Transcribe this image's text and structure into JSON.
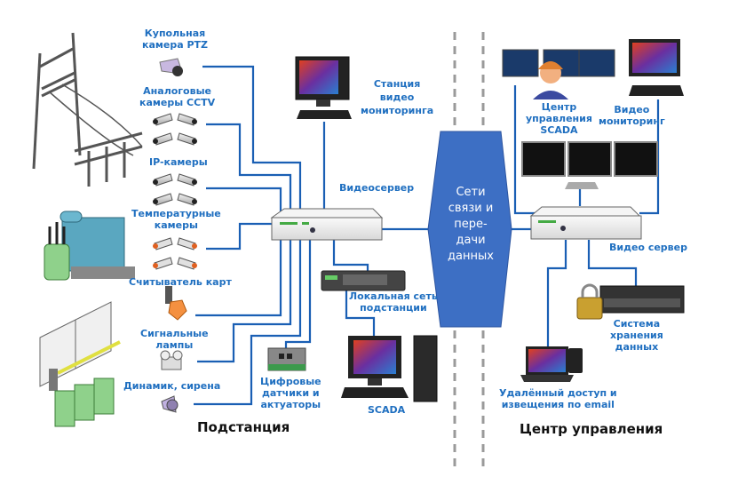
{
  "diagram": {
    "title": "Video surveillance and SCADA network: substation to control center",
    "colors": {
      "line": "#1a5fb4",
      "label": "#1f6fc0",
      "hub_fill": "#3d6fc4",
      "divider": "#9a9a9a",
      "section_text": "#111111"
    },
    "sections": {
      "substation": "Подстанция",
      "control_center": "Центр управления"
    },
    "hub": {
      "id": "network",
      "lines": [
        "Сети",
        "связи и",
        "пере-",
        "дачи",
        "данных"
      ]
    },
    "substation_devices": {
      "ptz_camera": [
        "Купольная",
        "камера PTZ"
      ],
      "analog_cameras": [
        "Аналоговые",
        "камеры CCTV"
      ],
      "ip_cameras": [
        "IP-камеры"
      ],
      "thermal_cameras": [
        "Температурные",
        "камеры"
      ],
      "card_reader": [
        "Считыватель карт"
      ],
      "signal_lamps": [
        "Сигнальные",
        "лампы"
      ],
      "speaker_siren": [
        "Динамик, сирена"
      ],
      "monitoring_station": [
        "Станция",
        "видео",
        "мониторинга"
      ],
      "video_server": [
        "Видеосервер"
      ],
      "lan": [
        "Локальная сеть",
        "подстанции"
      ],
      "digital_io": [
        "Цифровые",
        "датчики и",
        "актуаторы"
      ],
      "scada": [
        "SCADA"
      ]
    },
    "control_center_devices": {
      "scada_center": [
        "Центр",
        "управления",
        "SCADA"
      ],
      "video_monitoring": [
        "Видео",
        "мониторинг"
      ],
      "video_server": [
        "Видео сервер"
      ],
      "storage": [
        "Система",
        "хранения",
        "данных"
      ],
      "remote_access": [
        "Удалённый доступ и",
        "извещения по email"
      ]
    },
    "connections": [
      {
        "from": "ptz_camera",
        "to": "video_server"
      },
      {
        "from": "analog_cameras",
        "to": "video_server"
      },
      {
        "from": "ip_cameras",
        "to": "video_server"
      },
      {
        "from": "thermal_cameras",
        "to": "video_server"
      },
      {
        "from": "card_reader",
        "to": "video_server"
      },
      {
        "from": "signal_lamps",
        "to": "video_server"
      },
      {
        "from": "speaker_siren",
        "to": "video_server"
      },
      {
        "from": "digital_io",
        "to": "video_server"
      },
      {
        "from": "monitoring_station",
        "to": "video_server"
      },
      {
        "from": "video_server",
        "to": "lan"
      },
      {
        "from": "lan",
        "to": "scada"
      },
      {
        "from": "video_server",
        "to": "network"
      },
      {
        "from": "network",
        "to": "cc_video_server"
      },
      {
        "from": "scada_center",
        "to": "cc_video_server"
      },
      {
        "from": "video_monitoring",
        "to": "cc_video_server"
      },
      {
        "from": "video_wall",
        "to": "cc_video_server"
      },
      {
        "from": "cc_video_server",
        "to": "storage"
      },
      {
        "from": "cc_video_server",
        "to": "remote_access"
      }
    ]
  }
}
